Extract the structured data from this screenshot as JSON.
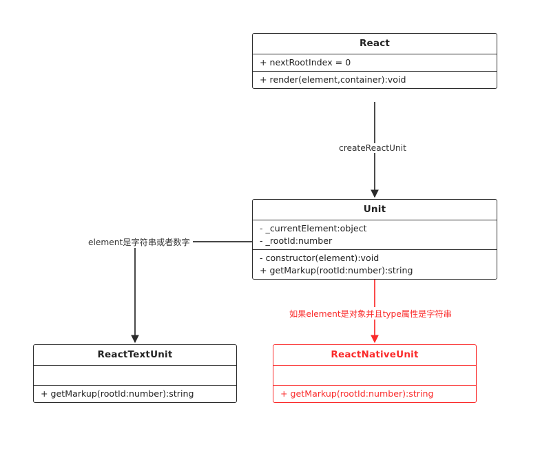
{
  "diagram": {
    "type": "uml-class-diagram",
    "colors": {
      "default_stroke": "#2b2b2b",
      "highlight_stroke": "#fa2a2a",
      "background": "#ffffff",
      "text": "#222222"
    },
    "classes": [
      {
        "id": "react",
        "name": "React",
        "highlighted": false,
        "attributes": [
          "+ nextRootIndex = 0"
        ],
        "methods": [
          "+ render(element,container):void"
        ]
      },
      {
        "id": "unit",
        "name": "Unit",
        "highlighted": false,
        "attributes": [
          "- _currentElement:object",
          "- _rootId:number"
        ],
        "methods": [
          "- constructor(element):void",
          "+ getMarkup(rootId:number):string"
        ]
      },
      {
        "id": "react-text-unit",
        "name": "ReactTextUnit",
        "highlighted": false,
        "attributes": [],
        "methods": [
          "+ getMarkup(rootId:number):string"
        ]
      },
      {
        "id": "react-native-unit",
        "name": "ReactNativeUnit",
        "highlighted": true,
        "attributes": [],
        "methods": [
          "+ getMarkup(rootId:number):string"
        ]
      }
    ],
    "edges": [
      {
        "id": "react-to-unit",
        "from": "react",
        "to": "unit",
        "label": "createReactUnit",
        "highlighted": false
      },
      {
        "id": "unit-to-text-unit",
        "from": "unit",
        "to": "react-text-unit",
        "label": "element是字符串或者数字",
        "highlighted": false
      },
      {
        "id": "unit-to-native-unit",
        "from": "unit",
        "to": "react-native-unit",
        "label": "如果element是对象并且type属性是字符串",
        "highlighted": true
      }
    ]
  }
}
